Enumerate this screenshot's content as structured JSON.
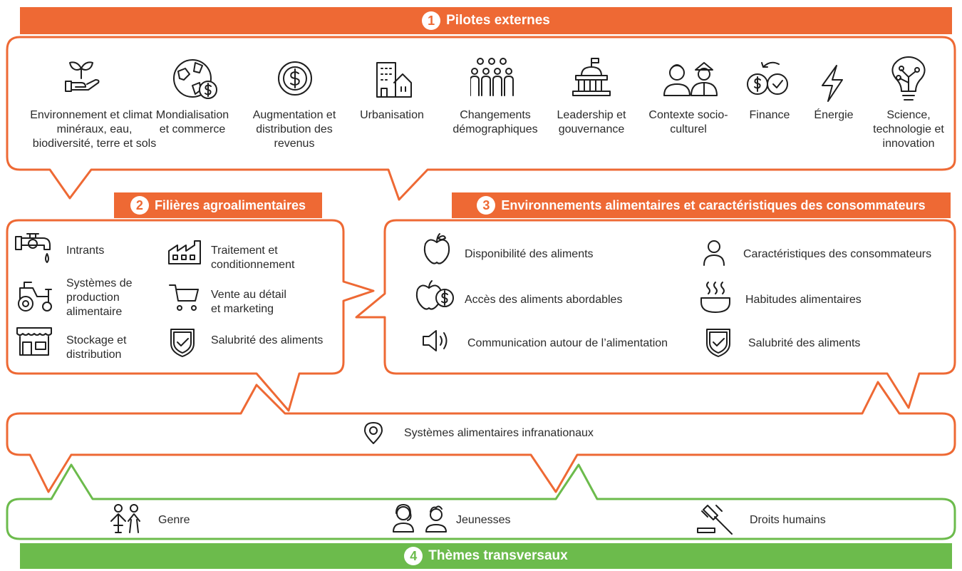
{
  "header": {
    "number": "1",
    "title": "Pilotes externes"
  },
  "drivers": [
    {
      "label": "Environnement et climat : minéraux, eau, biodiversité, terre et sols",
      "icon": "plant-in-hand-icon"
    },
    {
      "label": "Mondialisation et commerce",
      "icon": "globe-dollar-icon"
    },
    {
      "label": "Augmentation et distribution des revenus",
      "icon": "dollar-coin-icon"
    },
    {
      "label": "Urbanisation",
      "icon": "buildings-icon"
    },
    {
      "label": "Changements démographiques",
      "icon": "people-group-icon"
    },
    {
      "label": "Leadership et gouvernance",
      "icon": "capitol-icon"
    },
    {
      "label": "Contexte socio-culturel",
      "icon": "diverse-people-icon"
    },
    {
      "label": "Finance",
      "icon": "money-exchange-icon"
    },
    {
      "label": "Énergie",
      "icon": "lightning-icon"
    },
    {
      "label": "Science, technologie et innovation",
      "icon": "lightbulb-circuit-icon"
    }
  ],
  "section2": {
    "number": "2",
    "title": "Filières agroalimentaires",
    "items": [
      {
        "label": "Intrants",
        "icon": "faucet-icon"
      },
      {
        "label": "Traitement et conditionnement",
        "icon": "factory-icon"
      },
      {
        "label": "Systèmes de production alimentaire",
        "icon": "tractor-icon"
      },
      {
        "label": "Vente au détail et marketing",
        "icon": "cart-icon"
      },
      {
        "label": "Stockage et distribution",
        "icon": "shop-icon"
      },
      {
        "label": "Salubrité des aliments",
        "icon": "shield-check-icon"
      }
    ]
  },
  "section3": {
    "number": "3",
    "title": "Environnements alimentaires et caractéristiques des consommateurs",
    "items": [
      {
        "label": "Disponibilité des aliments",
        "icon": "apple-icon"
      },
      {
        "label": "Caractéristiques des consommateurs",
        "icon": "person-icon"
      },
      {
        "label": "Accès des aliments abordables",
        "icon": "apple-dollar-icon"
      },
      {
        "label": "Habitudes alimentaires",
        "icon": "hot-bowl-icon"
      },
      {
        "label": "Communication autour de l’alimentation",
        "icon": "speaker-icon"
      },
      {
        "label": "Salubrité des aliments",
        "icon": "shield-check-icon"
      }
    ]
  },
  "subnational": {
    "label": "Systèmes alimentaires infranationaux",
    "icon": "location-pin-icon"
  },
  "themes": {
    "number": "4",
    "title": "Thèmes transversaux",
    "items": [
      {
        "label": "Genre",
        "icon": "gender-icon"
      },
      {
        "label": "Jeunesses",
        "icon": "youth-icon"
      },
      {
        "label": "Droits humains",
        "icon": "gavel-icon"
      }
    ]
  },
  "colors": {
    "orange": "#EE6934",
    "green": "#6CBB4C"
  }
}
